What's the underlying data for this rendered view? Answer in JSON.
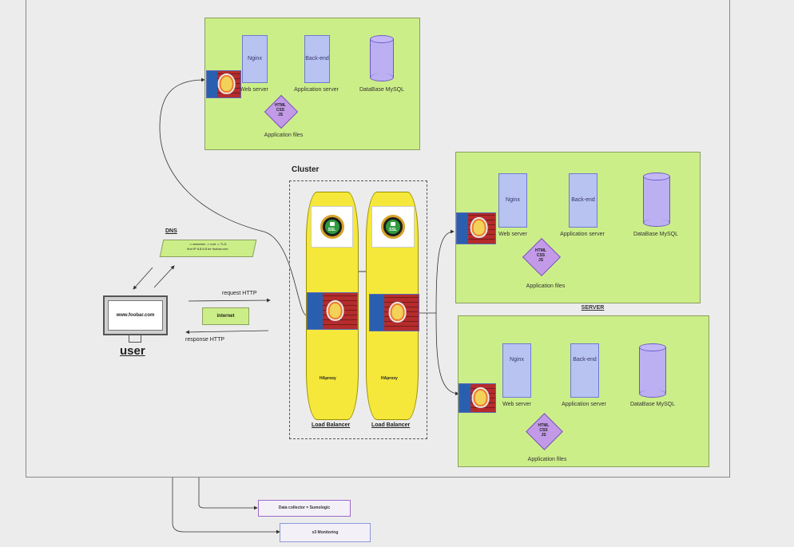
{
  "cluster": {
    "title": "Cluster",
    "lb1": {
      "proxy": "HAproxy",
      "label": "Load Balancer",
      "ssl": "SSL"
    },
    "lb2": {
      "proxy": "HAproxy",
      "label": "Load Balancer",
      "ssl": "SSL"
    }
  },
  "server_top": {
    "nginx": "Nginx",
    "backend": "Back-end",
    "web_server": "Web server",
    "app_server": "Application server",
    "db": "DataBase MySQL",
    "files": "HTML\nCSS\nJS",
    "files_label": "Application files"
  },
  "server_mid": {
    "nginx": "Nginx",
    "backend": "Back-end",
    "web_server": "Web server",
    "app_server": "Application server",
    "db": "DataBase MySQL",
    "files": "HTML\nCSS\nJS",
    "files_label": "Application files",
    "title": "SERVER"
  },
  "server_bot": {
    "nginx": "Nginx",
    "backend": "Back-end",
    "web_server": "Web server",
    "app_server": "Application server",
    "db": "DataBase MySQL",
    "files": "HTML\nCSS\nJS",
    "files_label": "Application files"
  },
  "dns": {
    "title": "DNS",
    "line1": "-> www/sec -> root -> TLD",
    "line2": "find IP 8.8.8.8 for foobar.com"
  },
  "client": {
    "url": "www.foobar.com",
    "label": "user"
  },
  "internet": {
    "label": "internet",
    "request": "request HTTP",
    "response": "response HTTP"
  },
  "outputs": {
    "collector": "Data collector = Sumologic",
    "monitoring": "x3 Monitoring"
  },
  "colors": {
    "server_bg": "#ccee88",
    "component": "#b9c3f2",
    "database": "#bcb0f2",
    "files": "#c39ae8",
    "load_balancer": "#f5e83a"
  }
}
